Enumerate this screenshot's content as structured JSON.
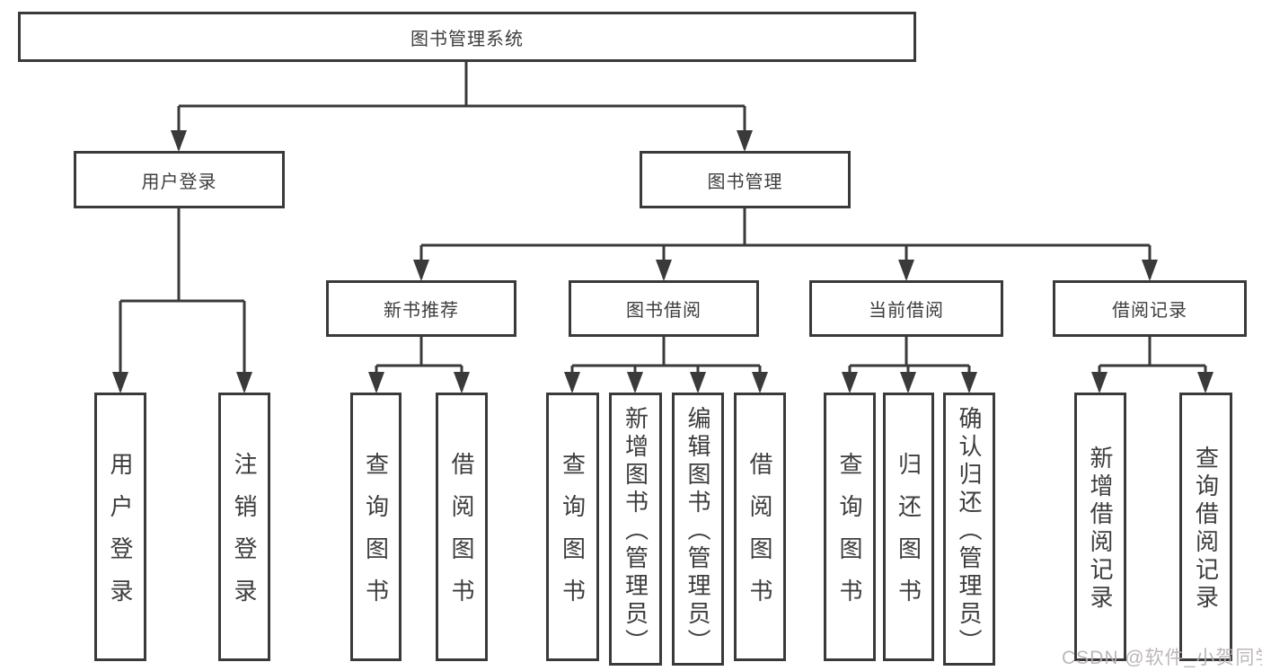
{
  "tree": {
    "root": "图书管理系统",
    "children": [
      {
        "label": "用户登录",
        "children": [
          "用户登录",
          "注销登录"
        ]
      },
      {
        "label": "图书管理",
        "children": [
          {
            "label": "新书推荐",
            "children": [
              "查询图书",
              "借阅图书"
            ]
          },
          {
            "label": "图书借阅",
            "children": [
              "查询图书",
              "新增图书（管理员）",
              "编辑图书（管理员）",
              "借阅图书"
            ]
          },
          {
            "label": "当前借阅",
            "children": [
              "查询图书",
              "归还图书",
              "确认归还（管理员）"
            ]
          },
          {
            "label": "借阅记录",
            "children": [
              "新增借阅记录",
              "查询借阅记录"
            ]
          }
        ]
      }
    ]
  },
  "watermark": {
    "text": "CSDN @软件_小贺同学"
  },
  "colors": {
    "line": "#3a3a3a",
    "text": "#3d3d3d",
    "watermark": "#b5b0b0",
    "background": "#ffffff"
  }
}
